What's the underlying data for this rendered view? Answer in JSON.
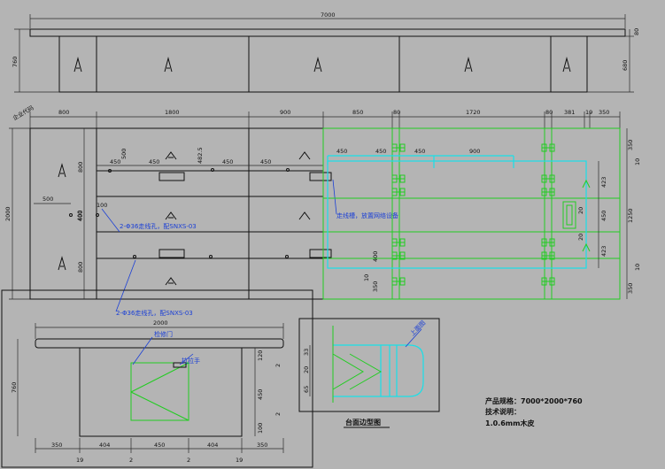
{
  "front_view": {
    "overall_width": "7000",
    "height": "760",
    "top_thickness": "80",
    "leg_height": "680"
  },
  "plan_view": {
    "left_dims": [
      "800",
      "1800",
      "900",
      "850",
      "80",
      "1720",
      "80",
      "381",
      "19",
      "350"
    ],
    "depth": "2000",
    "left_rows": [
      "800",
      "400",
      "800"
    ],
    "left_inner": [
      "450",
      "450",
      "450",
      "450",
      "500",
      "482.5",
      "500",
      "100"
    ],
    "right_dims_top": [
      "450",
      "450",
      "450",
      "900"
    ],
    "right_vertical": [
      "350",
      "10",
      "1250",
      "10",
      "350"
    ],
    "right_inner_vertical": [
      "423",
      "450",
      "423",
      "20",
      "20"
    ],
    "small_labels": [
      "400",
      "10",
      "350",
      "400"
    ],
    "note_fan_top": "2-Φ36走线孔，配SNXS-03",
    "note_fan_bottom": "2-Φ36走线孔，配SNXS-03",
    "note_cable": "走线槽，放置网络设备",
    "corner_label": "企业代码"
  },
  "side_view": {
    "top_width": "2000",
    "door_label": "检修门",
    "handle_label": "拉拉手",
    "bottom_dims": [
      "350",
      "404",
      "450",
      "404",
      "350"
    ],
    "bottom_small": [
      "19",
      "2",
      "2",
      "19"
    ],
    "height": "760",
    "right_dims": [
      "120",
      "450",
      "100"
    ],
    "right_small": [
      "2",
      "2"
    ]
  },
  "detail_view": {
    "title": "台面边型图",
    "corner_label": "上面图",
    "dims": [
      "33",
      "20",
      "65"
    ]
  },
  "specs": {
    "size_line": "产品规格：7000*2000*760",
    "tech_title": "技术说明：",
    "tech_line": "1.0.6mm木皮"
  }
}
